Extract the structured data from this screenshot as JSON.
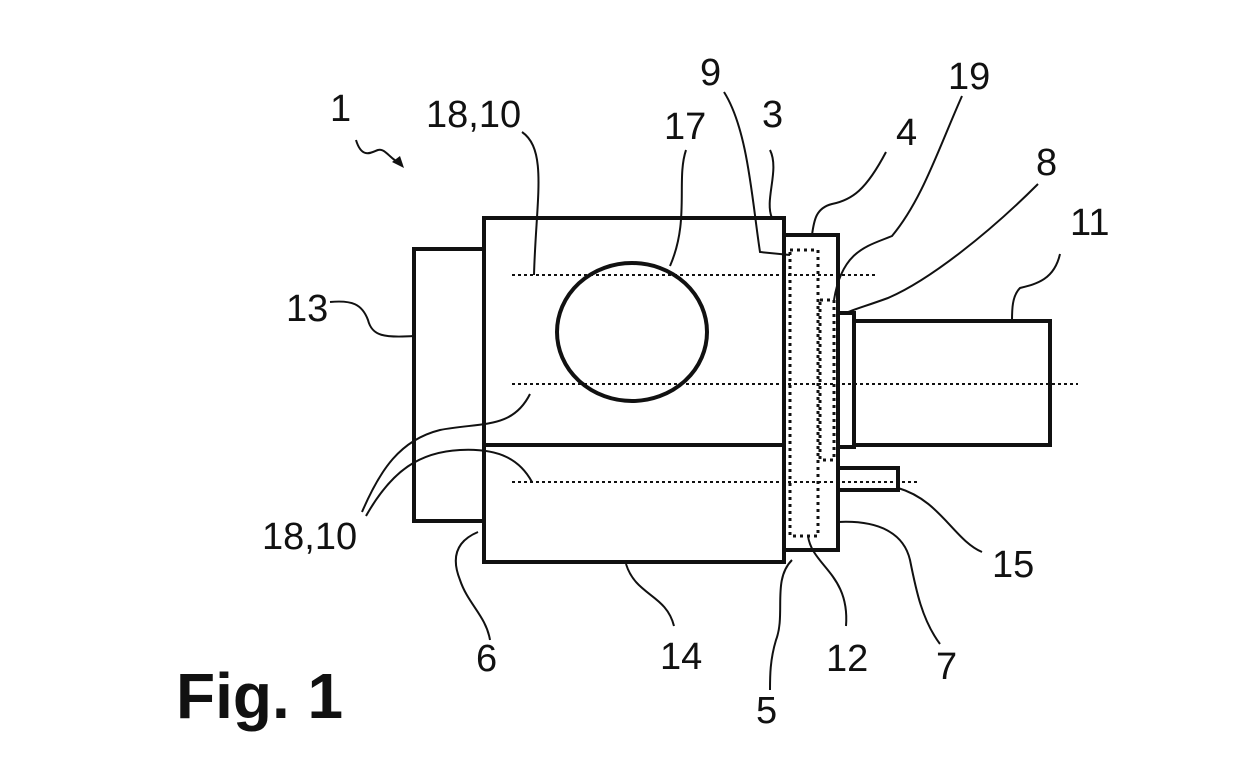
{
  "figure": {
    "caption": "Fig. 1"
  },
  "labels": {
    "ref_1": "1",
    "ref_18_10_top": "18,10",
    "ref_17": "17",
    "ref_9": "9",
    "ref_3": "3",
    "ref_4": "4",
    "ref_19": "19",
    "ref_8": "8",
    "ref_11": "11",
    "ref_13": "13",
    "ref_18_10_bottom": "18,10",
    "ref_15": "15",
    "ref_6": "6",
    "ref_14": "14",
    "ref_12": "12",
    "ref_7": "7",
    "ref_5": "5"
  }
}
